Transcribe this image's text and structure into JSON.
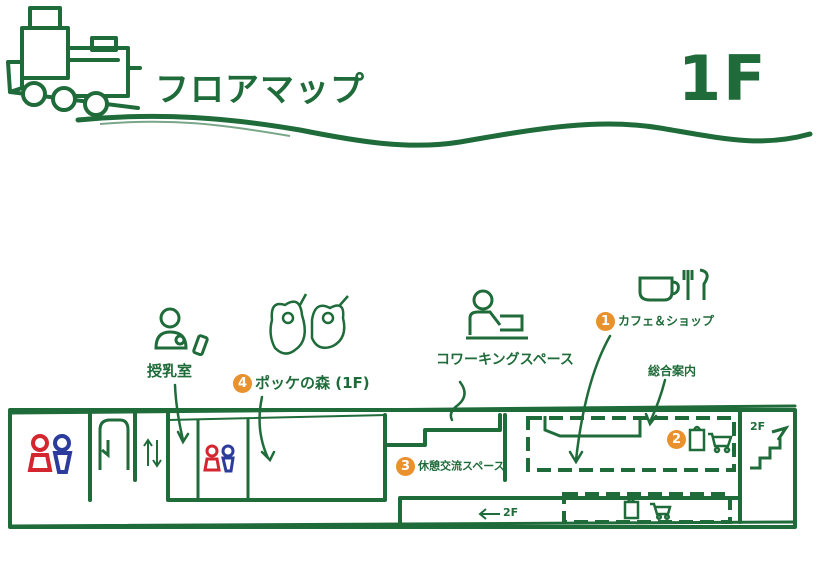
{
  "header": {
    "title": "フロアマップ",
    "floor": "1F"
  },
  "labels": {
    "nursing_room": "授乳室",
    "pocket_forest": "ポッケの森 (1F)",
    "coworking": "コワーキングスペース",
    "cafe_shop": "カフェ＆ショップ",
    "info_desk": "総合案内",
    "rest_area": "休憩交流スペース",
    "to_2f_bottom": "2F",
    "to_2f_stairs": "2F"
  },
  "numbers": {
    "cafe_shop": "1",
    "locker": "2",
    "rest_area": "3",
    "pocket_forest": "4"
  },
  "colors": {
    "primary_green": "#1f6b3a",
    "accent_orange": "#e8912d",
    "restroom_red": "#d3262f",
    "restroom_blue": "#2b3c9c"
  },
  "icons": [
    "train-icon",
    "baby-icon",
    "bottle-icon",
    "kids-icon",
    "worker-icon",
    "cafe-icon",
    "locker-icon",
    "cart-icon",
    "restroom-icon",
    "stairs-icon",
    "elevator-icon"
  ]
}
